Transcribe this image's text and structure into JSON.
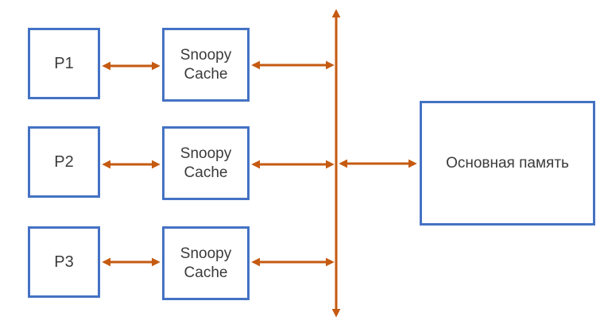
{
  "diagram": {
    "processors": [
      {
        "label": "P1"
      },
      {
        "label": "P2"
      },
      {
        "label": "P3"
      }
    ],
    "caches": [
      {
        "label": "Snoopy Cache"
      },
      {
        "label": "Snoopy Cache"
      },
      {
        "label": "Snoopy Cache"
      }
    ],
    "memory": {
      "label": "Основная память"
    },
    "colors": {
      "box_border": "#4472C4",
      "arrow": "#C55A11",
      "text": "#3B3B3B",
      "background": "#FFFFFF"
    }
  }
}
